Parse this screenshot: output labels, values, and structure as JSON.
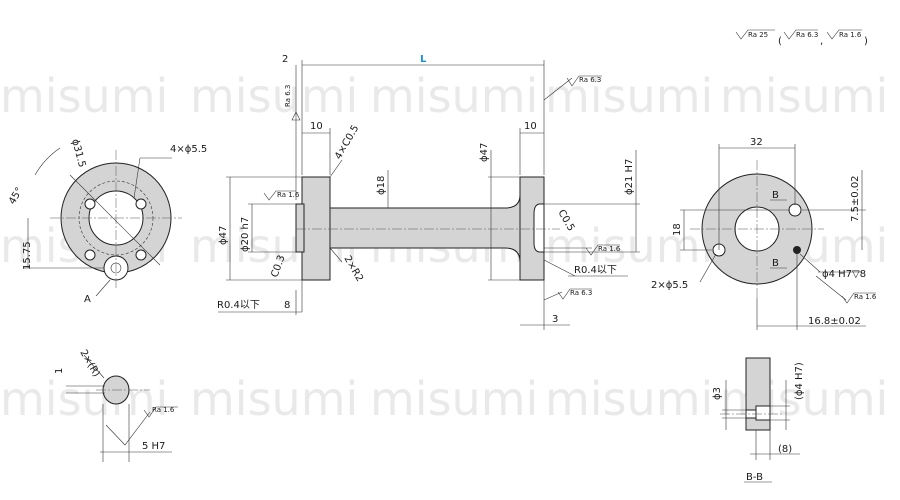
{
  "watermark": "misumi",
  "surface_finish": {
    "general": "Ra 25",
    "paren_a": "Ra 6.3",
    "paren_b": "Ra 1.6",
    "ra_63": "Ra 6.3",
    "ra_16": "Ra 1.6"
  },
  "colors": {
    "length_label": "#1a8fd0",
    "watermark": "#dcdcdc",
    "part_fill": "#d4d4d4"
  },
  "front_view": {
    "pcd": "ϕ31.5",
    "holes": "4×ϕ5.5",
    "angle": "45°",
    "height": "15.75",
    "view_label": "A"
  },
  "side_view": {
    "length": "L",
    "gap_left": "2",
    "flange_left": "10",
    "flange_right": "10",
    "chamfer_4x": "4×C0.5",
    "shaft_dia": "ϕ18",
    "flange_dia_right": "ϕ47",
    "bore_right": "ϕ21 H7",
    "flange_dia_left": "ϕ47",
    "bore_left": "ϕ20 h7",
    "chamfer_c03": "C0.3",
    "radius_2xr2": "2×R2",
    "relief_left": "R0.4以下",
    "relief_left_width": "8",
    "chamfer_c05": "C0.5",
    "relief_right": "R0.4以下",
    "dim_right_3": "3"
  },
  "right_view": {
    "width_32": "32",
    "height_18": "18",
    "offset_75": "7.5±0.02",
    "holes": "2×ϕ5.5",
    "pin_hole": "ϕ4 H7▽8",
    "offset_168": "16.8±0.02",
    "section_mark": "B"
  },
  "detail_a": {
    "label": "2×(R)",
    "dim_1": "1",
    "dim_5h7": "5 H7"
  },
  "section_bb": {
    "dim_3": "ϕ3",
    "dim_4h7": "(ϕ4 H7)",
    "dim_8": "(8)",
    "label": "B-B"
  }
}
